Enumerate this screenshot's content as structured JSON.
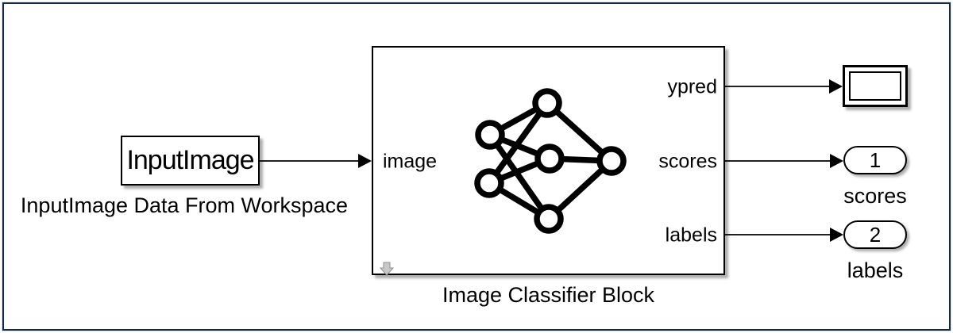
{
  "diagram": {
    "source_block": {
      "label": "InputImage",
      "caption": "InputImage Data From Workspace"
    },
    "classifier_block": {
      "caption": "Image Classifier Block",
      "input_port": "image",
      "output_ports": [
        "ypred",
        "scores",
        "labels"
      ],
      "icon": "neural-network-icon",
      "badge_icon": "resize-down-arrow-icon"
    },
    "outports": [
      {
        "number": "1",
        "caption": "scores"
      },
      {
        "number": "2",
        "caption": "labels"
      }
    ],
    "colors": {
      "frame_border": "#14293e",
      "frame_outer_tint": "#d7e3ee",
      "block_stroke": "#000000",
      "block_fill": "#ffffff",
      "shadow": "rgba(0,0,0,0.32)",
      "resize_arrow_gray": "#c8c8c8"
    }
  }
}
